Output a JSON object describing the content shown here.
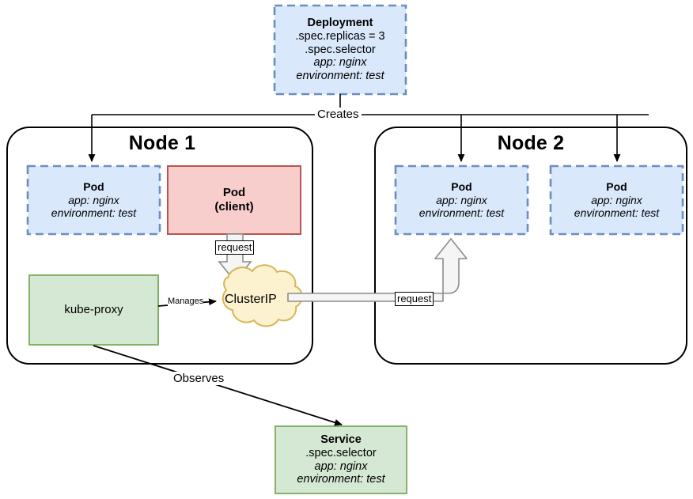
{
  "diagram": {
    "title": "Kubernetes Deployment, Pods, Service and kube-proxy topology",
    "colors": {
      "pod_fill": "#dae8fc",
      "pod_stroke": "#6c8ebf",
      "client_fill": "#f8cecc",
      "client_stroke": "#b85450",
      "green_fill": "#d5e8d4",
      "green_stroke": "#82b366",
      "cloud_fill": "#fdf2d0",
      "cloud_stroke": "#d6b656",
      "node_stroke": "#000000",
      "arrow_fill": "#f5f5f5",
      "arrow_stroke": "#999999",
      "text": "#000000"
    }
  },
  "deployment": {
    "title": "Deployment",
    "line1": ".spec.replicas = 3",
    "line2": ".spec.selector",
    "line3": "app: nginx",
    "line4": "environment: test"
  },
  "edges": {
    "creates": "Creates",
    "observes": "Observes",
    "manages": "Manages",
    "request_vertical": "request",
    "request_horizontal": "request"
  },
  "nodes": [
    {
      "title": "Node 1"
    },
    {
      "title": "Node 2"
    }
  ],
  "pods": [
    {
      "title": "Pod",
      "line1": "app: nginx",
      "line2": "environment: test",
      "node": "Node 1"
    },
    {
      "title": "Pod",
      "line1": "app: nginx",
      "line2": "environment: test",
      "node": "Node 2"
    },
    {
      "title": "Pod",
      "line1": "app: nginx",
      "line2": "environment: test",
      "node": "Node 2"
    }
  ],
  "client_pod": {
    "title": "Pod",
    "subtitle": "(client)"
  },
  "kube_proxy": {
    "label": "kube-proxy"
  },
  "cluster_ip": {
    "label": "ClusterIP"
  },
  "service": {
    "title": "Service",
    "line1": ".spec.selector",
    "line2": "app: nginx",
    "line3": "environment: test"
  }
}
